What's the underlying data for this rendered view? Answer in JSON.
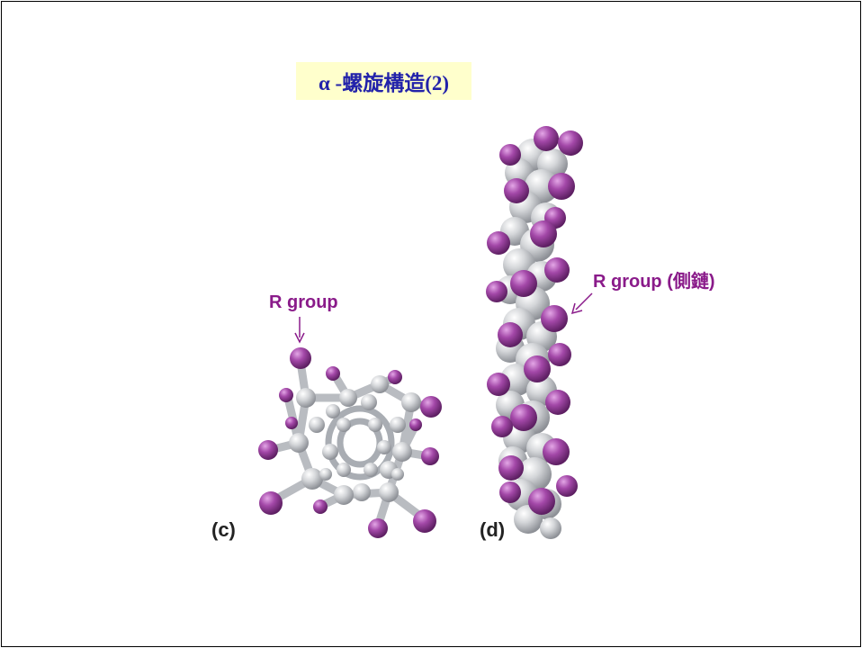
{
  "title": "α -螺旋構造(2)",
  "labels": {
    "r_group_left": "R group",
    "r_group_right": "R group (側鏈)",
    "panel_c": "(c)",
    "panel_d": "(d)"
  },
  "colors": {
    "title_bg": "#ffffcc",
    "title_text": "#2222aa",
    "label": "#8a1b8a",
    "atom_purple": "#9b3da0",
    "atom_gray": "#c8cacd"
  }
}
